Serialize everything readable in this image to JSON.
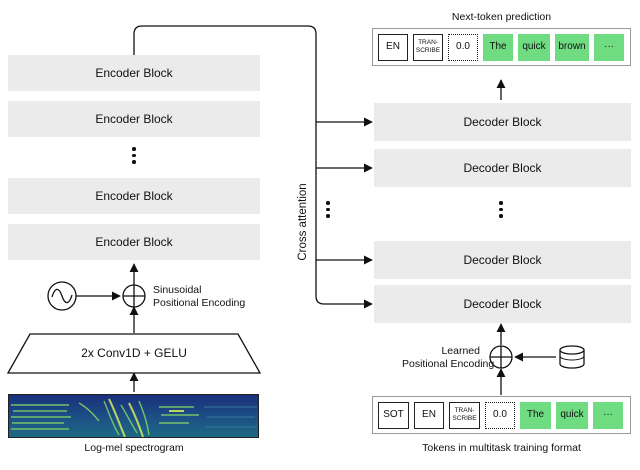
{
  "encoder": {
    "blocks": [
      "Encoder Block",
      "Encoder Block",
      "Encoder Block",
      "Encoder Block"
    ],
    "conv_label": "2x Conv1D + GELU",
    "positional_encoding": [
      "Sinusoidal",
      "Positional Encoding"
    ],
    "input_label": "Log-mel spectrogram"
  },
  "decoder": {
    "blocks": [
      "Decoder Block",
      "Decoder Block",
      "Decoder Block",
      "Decoder Block"
    ],
    "positional_encoding": [
      "Learned",
      "Positional Encoding"
    ]
  },
  "cross_attention_label": "Cross attention",
  "output_tokens": {
    "title": "Next-token prediction",
    "tokens": [
      "EN",
      "TRAN-\nSCRIBE",
      "0.0",
      "The",
      "quick",
      "brown",
      "···"
    ]
  },
  "input_tokens": {
    "title": "Tokens in multitask training format",
    "tokens": [
      "SOT",
      "EN",
      "TRAN-\nSCRIBE",
      "0.0",
      "The",
      "quick",
      "···"
    ]
  },
  "colors": {
    "block": "#ebebeb",
    "token_green": "#6fdc82",
    "spectrogram_dark": "#15246a",
    "spectrogram_light": "#b9e25a"
  }
}
